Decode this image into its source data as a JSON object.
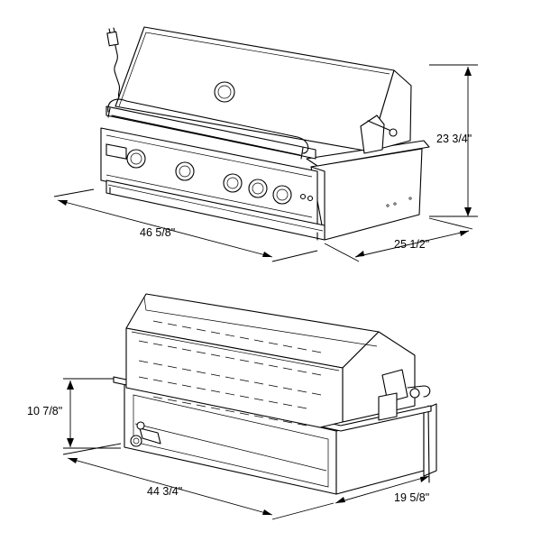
{
  "views": {
    "top": {
      "width_label": "46 5/8\"",
      "depth_label": "25 1/2\"",
      "height_label": "23 3/4\""
    },
    "bottom": {
      "width_label": "44 3/4\"",
      "depth_label": "19 5/8\"",
      "height_label": "10 7/8\""
    }
  }
}
